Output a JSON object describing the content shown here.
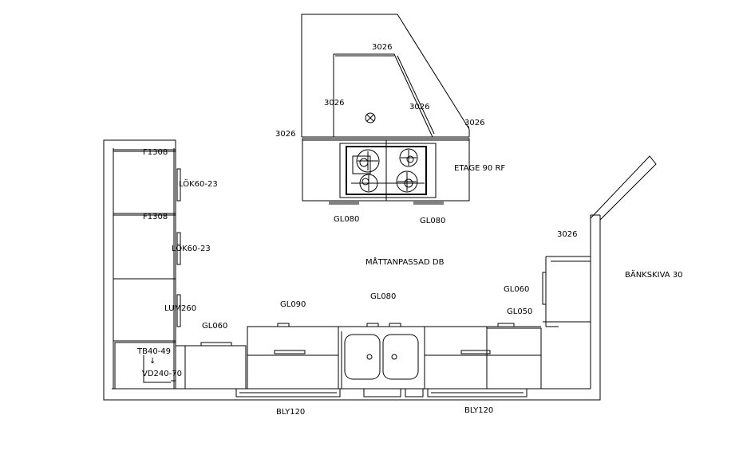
{
  "drawing": {
    "island": {
      "dims": [
        "3026",
        "3026",
        "3026",
        "3026",
        "3026"
      ],
      "hob_label": "ETAGE 90 RF",
      "front_cabinets": [
        "GL080",
        "GL080"
      ]
    },
    "left_wall": {
      "shelves": [
        "F1308",
        "F1308"
      ],
      "upper_cabinets": [
        "LÖK60-23",
        "LÖK60-23"
      ],
      "tall_cabinet": "LUM260",
      "oven": "TB40-49",
      "arrow": "↓",
      "oven_lower": "VD240-70"
    },
    "base_run": {
      "cabinets": [
        "GL060",
        "GL090",
        "GL080",
        "GL060",
        "GL050"
      ],
      "dishwasher": "MÅTTANPASSAD DB",
      "plinths": [
        "BLY120",
        "BLY120"
      ]
    },
    "right_wall": {
      "dim": "3026",
      "worktop": "BÄNKSKIVA 30"
    },
    "colors": {
      "line": "#000000",
      "background": "#ffffff"
    }
  }
}
